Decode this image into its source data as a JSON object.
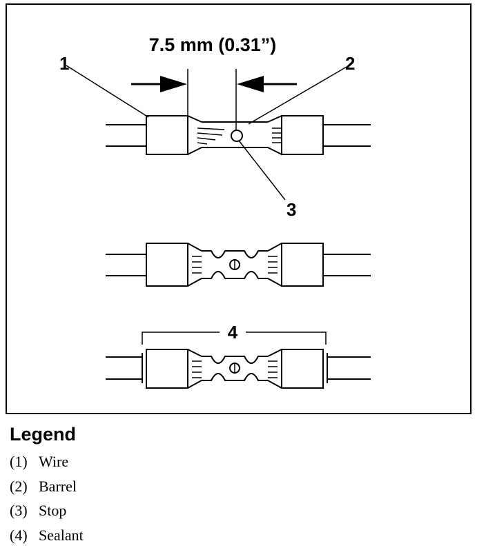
{
  "dimension": {
    "label": "7.5 mm (0.31”)"
  },
  "callouts": {
    "c1": "1",
    "c2": "2",
    "c3": "3",
    "c4": "4"
  },
  "legend": {
    "title": "Legend",
    "items": [
      {
        "num": "(1)",
        "label": "Wire"
      },
      {
        "num": "(2)",
        "label": "Barrel"
      },
      {
        "num": "(3)",
        "label": "Stop"
      },
      {
        "num": "(4)",
        "label": "Sealant"
      }
    ]
  }
}
